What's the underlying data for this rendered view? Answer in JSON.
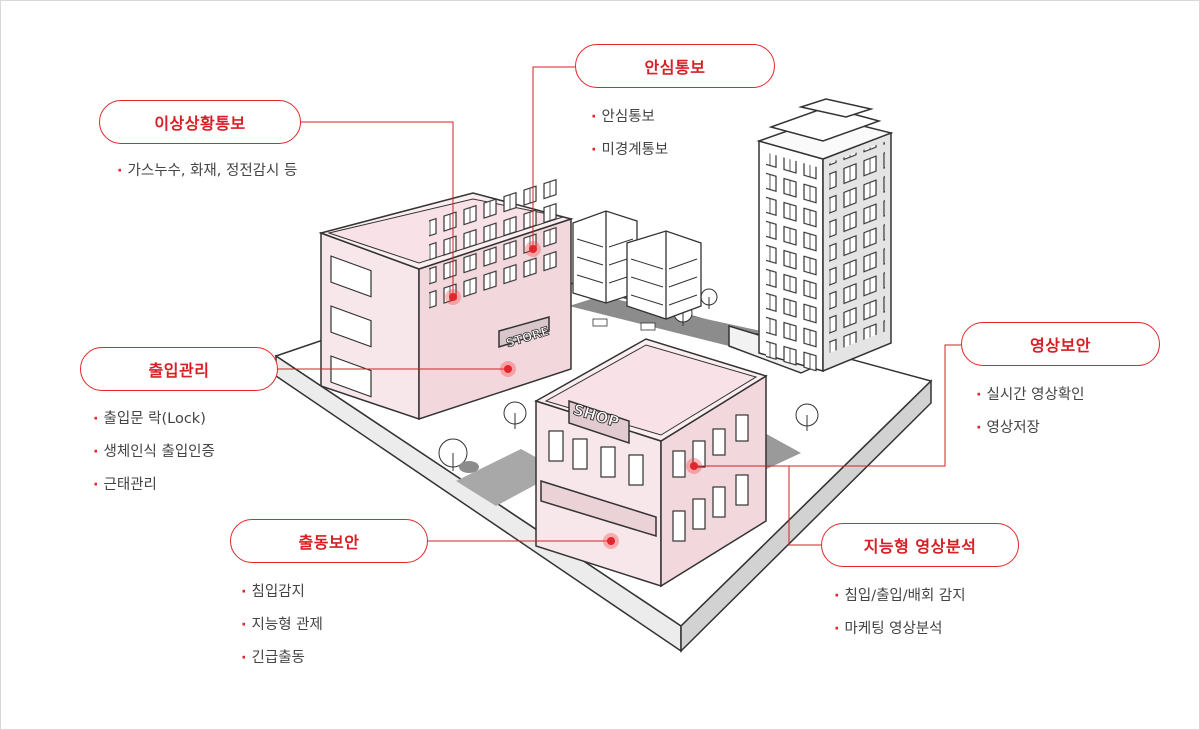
{
  "store_sign": "STORE",
  "shop_sign": "SHOP",
  "callouts": {
    "emergency": {
      "label": "이상상황통보",
      "items": [
        "가스누수, 화재, 정전감시 등"
      ]
    },
    "safety": {
      "label": "안심통보",
      "items": [
        "안심통보",
        "미경계통보"
      ]
    },
    "access": {
      "label": "출입관리",
      "items": [
        "출입문 락(Lock)",
        "생체인식 출입인증",
        "근태관리"
      ]
    },
    "dispatch": {
      "label": "출동보안",
      "items": [
        "침입감지",
        "지능형 관제",
        "긴급출동"
      ]
    },
    "video": {
      "label": "영상보안",
      "items": [
        "실시간 영상확인",
        "영상저장"
      ]
    },
    "analytics": {
      "label": "지능형 영상분석",
      "items": [
        "침입/출입/배회 감지",
        "마케팅 영상분석"
      ]
    }
  },
  "colors": {
    "accent": "#e2262b",
    "building_pink": "#f5dde2",
    "road": "#8a8a8a"
  }
}
